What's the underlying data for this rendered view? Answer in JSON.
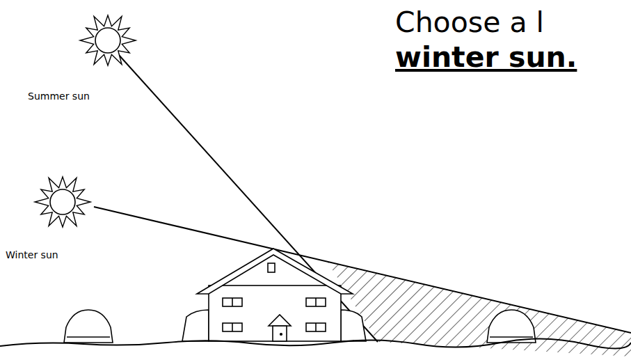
{
  "diagram": {
    "labels": [
      "Summer sun",
      "Winter sun",
      "Choose a l",
      "winter sun."
    ]
  }
}
